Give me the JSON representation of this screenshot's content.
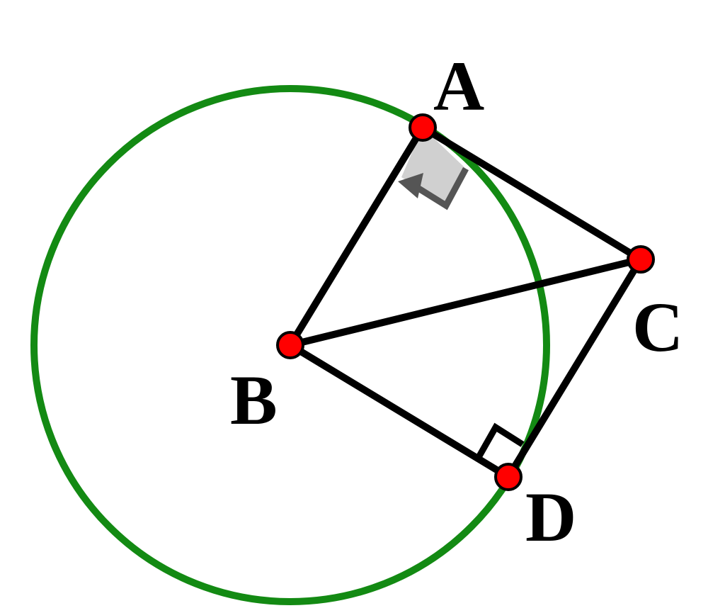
{
  "diagram": {
    "points": {
      "A": {
        "label": "A"
      },
      "B": {
        "label": "B"
      },
      "C": {
        "label": "C"
      },
      "D": {
        "label": "D"
      }
    },
    "circle": {
      "center": "B",
      "through": [
        "A",
        "D"
      ]
    },
    "segments": [
      [
        "A",
        "B"
      ],
      [
        "A",
        "C"
      ],
      [
        "B",
        "C"
      ],
      [
        "B",
        "D"
      ],
      [
        "C",
        "D"
      ]
    ],
    "right_angles": [
      {
        "vertex": "A",
        "rays": [
          "B",
          "C"
        ],
        "style": "arrow-marker"
      },
      {
        "vertex": "D",
        "rays": [
          "B",
          "C"
        ],
        "style": "square-marker"
      }
    ],
    "colors": {
      "circle": "#138a13",
      "segments": "#000000",
      "point_fill": "#ff0000",
      "marker_A": "#555555",
      "marker_A_fill": "#d0d0d0"
    }
  }
}
